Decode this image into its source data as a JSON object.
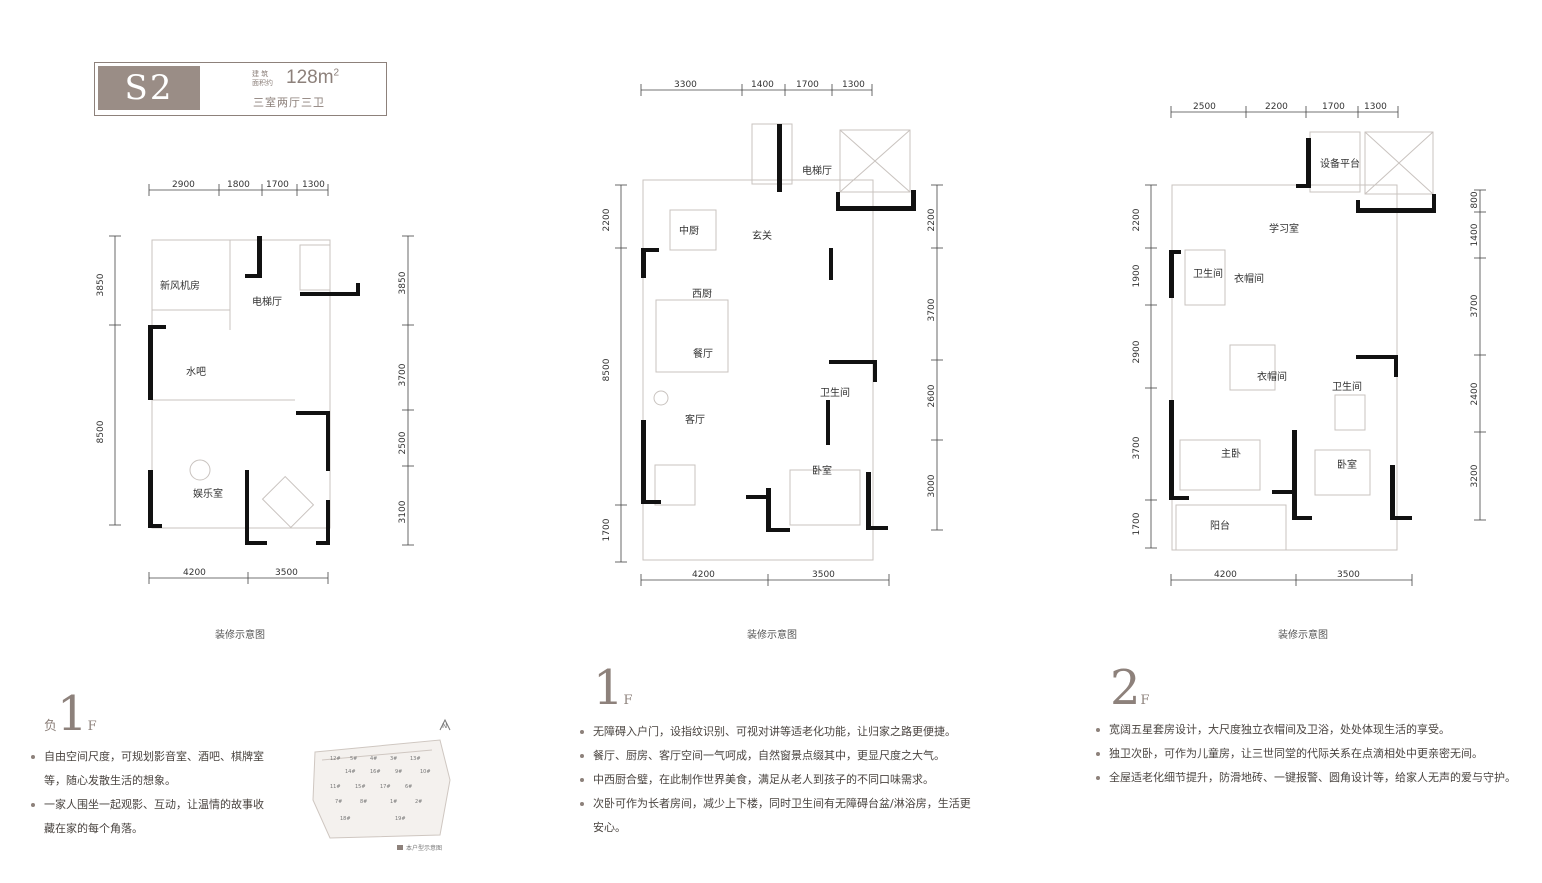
{
  "badge": {
    "model": "S2",
    "area_label_1": "建 筑",
    "area_label_2": "面积约",
    "area_value": "128m",
    "area_sup": "2",
    "layout": "三室两厅三卫"
  },
  "plans": [
    {
      "caption": "装修示意图",
      "top_dims": [
        "2900",
        "1800",
        "1700",
        "1300"
      ],
      "bottom_dims": [
        "4200",
        "3500"
      ],
      "left_dims": [
        "3850",
        "8500"
      ],
      "right_dims": [
        "3850",
        "3700",
        "2500",
        "3100"
      ],
      "rooms": [
        "新风机房",
        "电梯厅",
        "水吧",
        "娱乐室"
      ]
    },
    {
      "caption": "装修示意图",
      "top_dims": [
        "3300",
        "1400",
        "1700",
        "1300"
      ],
      "bottom_dims": [
        "4200",
        "3500"
      ],
      "left_dims": [
        "2200",
        "8500",
        "1700"
      ],
      "right_dims": [
        "2200",
        "3700",
        "2600",
        "3000"
      ],
      "rooms": [
        "电梯厅",
        "中厨",
        "玄关",
        "西厨",
        "餐厅",
        "客厅",
        "卫生间",
        "卧室"
      ]
    },
    {
      "caption": "装修示意图",
      "top_dims": [
        "2500",
        "2200",
        "1700",
        "1300"
      ],
      "bottom_dims": [
        "4200",
        "3500"
      ],
      "left_dims": [
        "2200",
        "1900",
        "2900",
        "3700",
        "1700"
      ],
      "right_dims": [
        "800",
        "1400",
        "3700",
        "2400",
        "3200"
      ],
      "rooms": [
        "设备平台",
        "学习室",
        "卫生间",
        "衣帽间",
        "衣帽间",
        "卫生间",
        "主卧",
        "卧室",
        "阳台"
      ]
    }
  ],
  "sections": [
    {
      "prefix": "负",
      "big": "1",
      "suffix": "F",
      "bullets": [
        "自由空间尺度，可规划影音室、酒吧、棋牌室等，随心发散生活的想象。",
        "一家人围坐一起观影、互动，让温情的故事收藏在家的每个角落。"
      ]
    },
    {
      "prefix": "",
      "big": "1",
      "suffix": "F",
      "bullets": [
        "无障碍入户门，设指纹识别、可视对讲等适老化功能，让归家之路更便捷。",
        "餐厅、厨房、客厅空间一气呵成，自然窗景点缀其中，更显尺度之大气。",
        "中西厨合璧，在此制作世界美食，满足从老人到孩子的不同口味需求。",
        "次卧可作为长者房间，减少上下楼，同时卫生间有无障碍台盆/淋浴房，生活更安心。"
      ]
    },
    {
      "prefix": "",
      "big": "2",
      "suffix": "F",
      "bullets": [
        "宽阔五星套房设计，大尺度独立衣帽间及卫浴，处处体现生活的享受。",
        "独卫次卧，可作为儿童房，让三世同堂的代际关系在点滴相处中更亲密无间。",
        "全屋适老化细节提升，防滑地砖、一键报警、圆角设计等，给家人无声的爱与守护。"
      ]
    }
  ],
  "site_map": {
    "north": "N",
    "legend": "本户型示意图",
    "labels": [
      "12#",
      "5#",
      "4#",
      "3#",
      "13#",
      "14#",
      "16#",
      "9#",
      "10#",
      "11#",
      "15#",
      "17#",
      "6#",
      "7#",
      "8#",
      "1#",
      "2#",
      "18#",
      "19#"
    ]
  },
  "colors": {
    "accent": "#9a8d86",
    "wall": "#111111"
  }
}
